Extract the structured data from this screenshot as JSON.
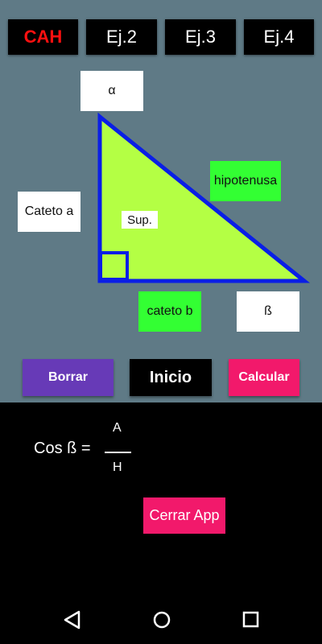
{
  "tabs": [
    {
      "label": "CAH",
      "active": true
    },
    {
      "label": "Ej.2"
    },
    {
      "label": "Ej.3"
    },
    {
      "label": "Ej.4"
    }
  ],
  "diagram": {
    "angle_alpha": "α",
    "angle_beta": "ß",
    "cateto_a": "Cateto a",
    "cateto_b": "cateto b",
    "hipotenusa": "hipotenusa",
    "area": "Sup."
  },
  "buttons": {
    "borrar": "Borrar",
    "inicio": "Inicio",
    "calcular": "Calcular",
    "cerrar": "Cerrar App"
  },
  "formula": {
    "lhs": "Cos  ß =",
    "numerator": "A",
    "denominator": "H"
  },
  "colors": {
    "background_top": "#5f7a86",
    "triangle_fill": "#b4ff44",
    "triangle_stroke": "#0a1ee6",
    "label_green": "#33ff33",
    "btn_borrar": "#673ab7",
    "btn_calcular": "#f2196b",
    "tab_active_text": "#ff1010"
  },
  "navbar": {
    "icons": [
      "back-icon",
      "home-icon",
      "recents-icon"
    ]
  }
}
